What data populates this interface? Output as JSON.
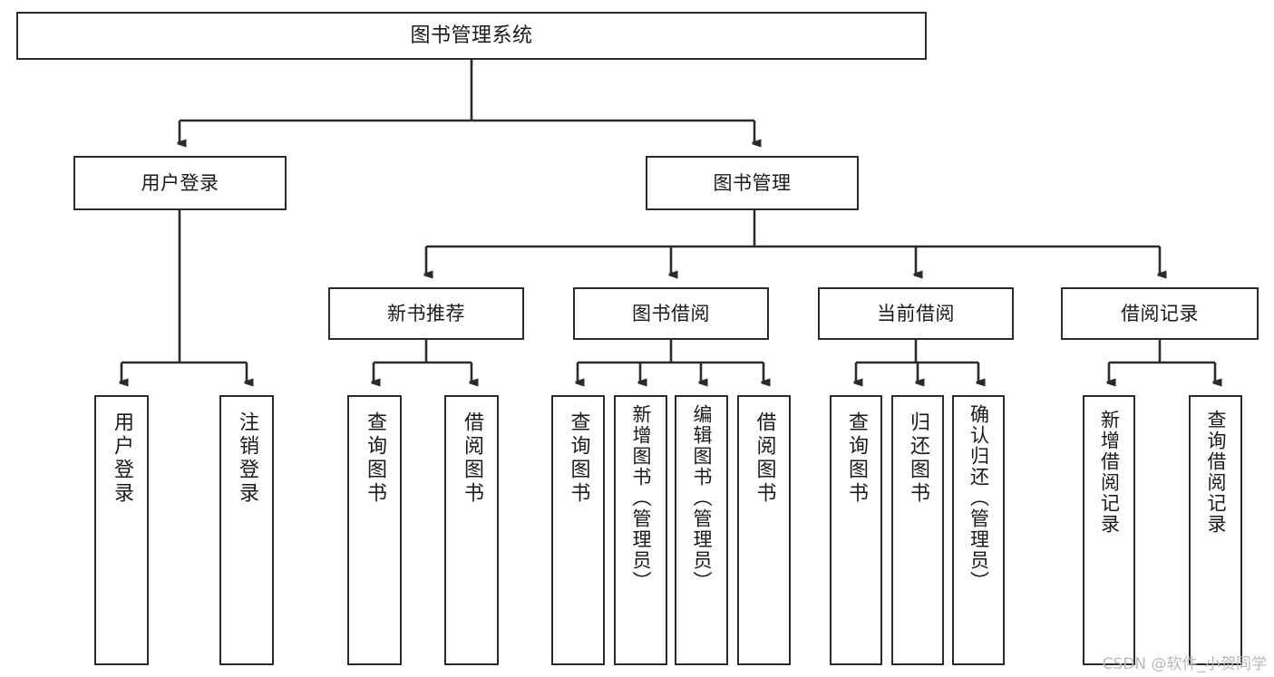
{
  "diagram": {
    "title": "图书管理系统",
    "type": "tree-hierarchy",
    "root": {
      "id": "root",
      "label": "图书管理系统"
    },
    "level2": [
      {
        "id": "user-login",
        "label": "用户登录"
      },
      {
        "id": "book-manage",
        "label": "图书管理"
      }
    ],
    "level3": [
      {
        "id": "new-book-recommend",
        "label": "新书推荐",
        "parent": "book-manage"
      },
      {
        "id": "book-borrow",
        "label": "图书借阅",
        "parent": "book-manage"
      },
      {
        "id": "current-borrow",
        "label": "当前借阅",
        "parent": "book-manage"
      },
      {
        "id": "borrow-record",
        "label": "借阅记录",
        "parent": "book-manage"
      }
    ],
    "leaves": [
      {
        "id": "leaf-user-login",
        "label": "用户登录",
        "parent": "user-login"
      },
      {
        "id": "leaf-logout-login",
        "label": "注销登录",
        "parent": "user-login"
      },
      {
        "id": "leaf-query-book-1",
        "label": "查询图书",
        "parent": "new-book-recommend"
      },
      {
        "id": "leaf-borrow-book-1",
        "label": "借阅图书",
        "parent": "new-book-recommend"
      },
      {
        "id": "leaf-query-book-2",
        "label": "查询图书",
        "parent": "book-borrow"
      },
      {
        "id": "leaf-add-book",
        "label": "新增图书（管理员）",
        "parent": "book-borrow"
      },
      {
        "id": "leaf-edit-book",
        "label": "编辑图书（管理员）",
        "parent": "book-borrow"
      },
      {
        "id": "leaf-borrow-book-2",
        "label": "借阅图书",
        "parent": "book-borrow"
      },
      {
        "id": "leaf-query-book-3",
        "label": "查询图书",
        "parent": "current-borrow"
      },
      {
        "id": "leaf-return-book",
        "label": "归还图书",
        "parent": "current-borrow"
      },
      {
        "id": "leaf-confirm-return",
        "label": "确认归还（管理员）",
        "parent": "current-borrow"
      },
      {
        "id": "leaf-add-record",
        "label": "新增借阅记录",
        "parent": "borrow-record"
      },
      {
        "id": "leaf-query-record",
        "label": "查询借阅记录",
        "parent": "borrow-record"
      }
    ]
  },
  "watermark": {
    "text": "CSDN @软件_小贺同学"
  },
  "colors": {
    "stroke": "#2b2b2b",
    "background": "#ffffff",
    "text": "#1a1a1a",
    "watermark": "#b9b9b9"
  }
}
